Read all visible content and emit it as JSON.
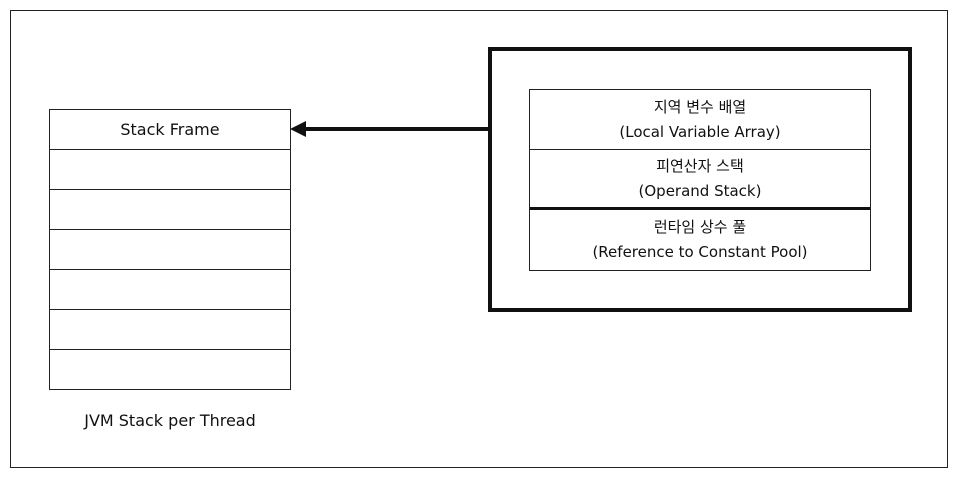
{
  "stack": {
    "rows": [
      "Stack Frame",
      "",
      "",
      "",
      "",
      "",
      ""
    ],
    "caption": "JVM Stack per Thread"
  },
  "frame": {
    "components": [
      {
        "korean": "지역 변수 배열",
        "english": "(Local Variable Array)"
      },
      {
        "korean": "피연산자 스택",
        "english": "(Operand Stack)"
      },
      {
        "korean": "런타임 상수 풀",
        "english": "(Reference to Constant Pool)"
      }
    ]
  }
}
